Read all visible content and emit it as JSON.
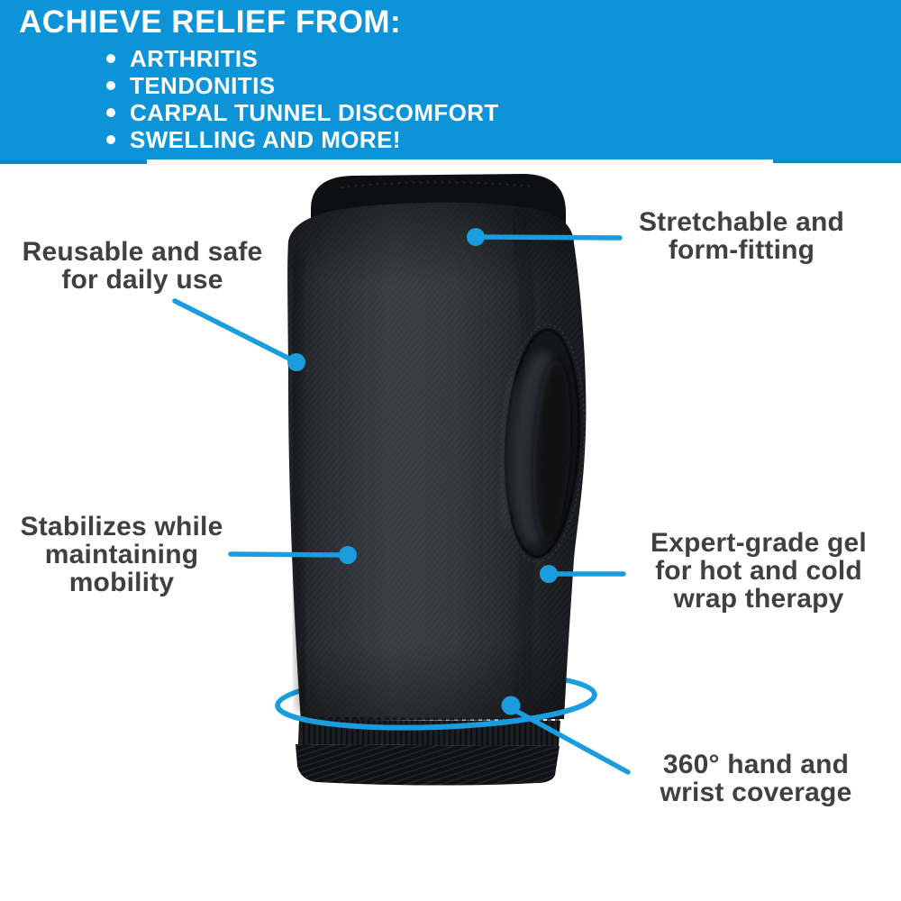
{
  "colors": {
    "banner_blue": "#0d94d8",
    "accent_blue": "#199dde",
    "text_gray": "#3f4042",
    "product_dark": "#17181c",
    "background": "#ffffff"
  },
  "banner": {
    "title": "ACHIEVE RELIEF FROM:",
    "bullets": [
      "ARTHRITIS",
      "TENDONITIS",
      "CARPAL TUNNEL DISCOMFORT",
      "SWELLING AND MORE!"
    ]
  },
  "callouts": [
    {
      "id": "reusable",
      "lines": [
        "Reusable and safe",
        "for daily use"
      ]
    },
    {
      "id": "stretchable",
      "lines": [
        "Stretchable and",
        "form-fitting"
      ]
    },
    {
      "id": "stabilizes",
      "lines": [
        "Stabilizes while",
        "maintaining",
        "mobility"
      ]
    },
    {
      "id": "expert-gel",
      "lines": [
        "Expert-grade gel",
        "for hot and cold",
        "wrap therapy"
      ]
    },
    {
      "id": "coverage",
      "lines": [
        "360° hand and",
        "wrist coverage"
      ]
    }
  ],
  "product": {
    "icon": "wrist-wrap-product-photo"
  }
}
